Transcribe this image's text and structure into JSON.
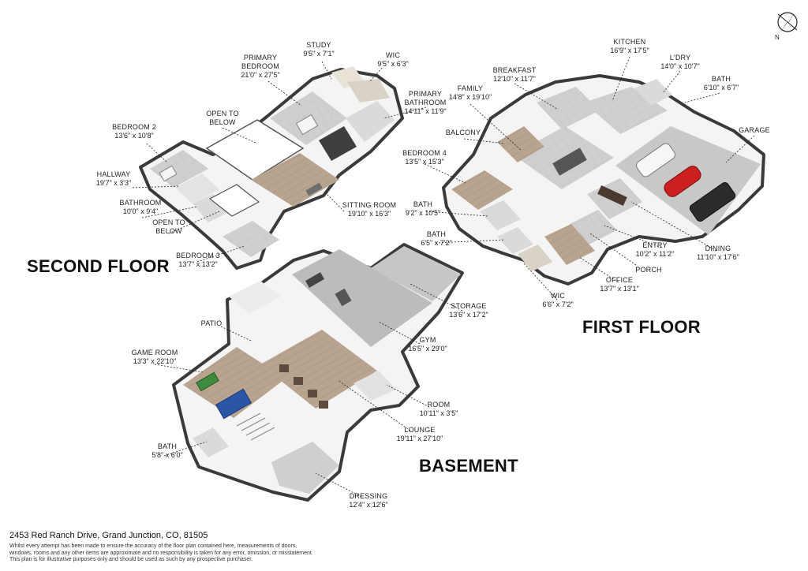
{
  "floors": {
    "second": "SECOND FLOOR",
    "first": "FIRST FLOOR",
    "basement": "BASEMENT"
  },
  "compass": {
    "label": "N"
  },
  "rooms": {
    "study": {
      "name": "STUDY",
      "dim": "9'5\" x 7'1\""
    },
    "wic_upper": {
      "name": "WIC",
      "dim": "9'5\" x 6'3\""
    },
    "primary_bedroom": {
      "name": "PRIMARY BEDROOM",
      "dim": "21'0\" x 27'5\""
    },
    "primary_bathroom": {
      "name": "PRIMARY BATHROOM",
      "dim": "14'11\" x 11'9\""
    },
    "open_to_below_1": {
      "name": "OPEN TO BELOW",
      "dim": ""
    },
    "bedroom2": {
      "name": "BEDROOM 2",
      "dim": "13'6\" x 10'8\""
    },
    "hallway": {
      "name": "HALLWAY",
      "dim": "19'7\" x 3'3\""
    },
    "bathroom_upper": {
      "name": "BATHROOM",
      "dim": "10'0\" x 9'4\""
    },
    "open_to_below_2": {
      "name": "OPEN TO BELOW",
      "dim": ""
    },
    "sitting_room": {
      "name": "SITTING ROOM",
      "dim": "19'10\" x 16'3\""
    },
    "bedroom3": {
      "name": "BEDROOM 3",
      "dim": "13'7\" x 13'2\""
    },
    "kitchen": {
      "name": "KITCHEN",
      "dim": "16'9\" x 17'5\""
    },
    "breakfast": {
      "name": "BREAKFAST",
      "dim": "12'10\" x 11'7\""
    },
    "ldry": {
      "name": "L'DRY",
      "dim": "14'0\" x 10'7\""
    },
    "bath_first": {
      "name": "BATH",
      "dim": "6'10\" x 6'7\""
    },
    "family": {
      "name": "FAMILY",
      "dim": "14'8\" x 19'10\""
    },
    "balcony": {
      "name": "BALCONY",
      "dim": ""
    },
    "garage": {
      "name": "GARAGE",
      "dim": ""
    },
    "bedroom4": {
      "name": "BEDROOM 4",
      "dim": "13'5\" x 15'3\""
    },
    "bath_a": {
      "name": "BATH",
      "dim": "9'2\" x 10'5\""
    },
    "bath_b": {
      "name": "BATH",
      "dim": "6'5\" x 7'2\""
    },
    "entry": {
      "name": "ENTRY",
      "dim": "10'2\" x 11'2\""
    },
    "dining": {
      "name": "DINING",
      "dim": "11'10\" x 17'6\""
    },
    "porch": {
      "name": "PORCH",
      "dim": ""
    },
    "office": {
      "name": "OFFICE",
      "dim": "13'7\" x 13'1\""
    },
    "wic_first": {
      "name": "WIC",
      "dim": "6'6\" x 7'2\""
    },
    "storage": {
      "name": "STORAGE",
      "dim": "13'6\" x 17'2\""
    },
    "patio": {
      "name": "PATIO",
      "dim": ""
    },
    "gym": {
      "name": "GYM",
      "dim": "16'5\" x 29'0\""
    },
    "game_room": {
      "name": "GAME ROOM",
      "dim": "13'3\" x 22'10\""
    },
    "room": {
      "name": "ROOM",
      "dim": "10'11\" x 3'5\""
    },
    "lounge": {
      "name": "LOUNGE",
      "dim": "19'11\" x 27'10\""
    },
    "bath_basement": {
      "name": "BATH",
      "dim": "5'8\" x 6'0\""
    },
    "dressing": {
      "name": "DRESSING",
      "dim": "12'4\" x 12'6\""
    }
  },
  "footer": {
    "address": "2453 Red Ranch Drive, Grand Junction, CO, 81505",
    "disclaimer_1": "Whilst every attempt has been made to ensure the accuracy of the floor plan contained here, measurements of doors,",
    "disclaimer_2": "windows, rooms and any other items are approximate and no responsibility is taken for any error, omission, or misstatement.",
    "disclaimer_3": "This plan is for illustrative purposes only and should be used as such by any prospective purchaser."
  },
  "colors": {
    "wall": "#3a3a3a",
    "floor_wood": "#b9a48f",
    "floor_tile": "#c9c9c9",
    "floor_grey": "#a7a7a7",
    "wall_side": "#f2f2f2"
  }
}
